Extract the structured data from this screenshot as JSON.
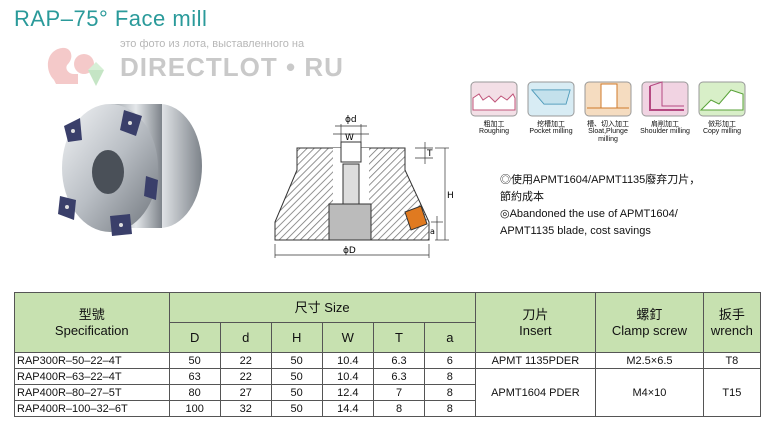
{
  "title": "RAP–75°  Face mill",
  "watermark": {
    "caption": "это фото из лота, выставленного на",
    "brand": "DIRECTLOT • RU"
  },
  "drawing_labels": {
    "phi_d": "ϕd",
    "w": "W",
    "t": "T",
    "h": "H",
    "a": "a",
    "phi_D": "ϕD"
  },
  "operations": [
    {
      "cn": "粗加工",
      "en": "Roughing",
      "icon": "roughing-icon"
    },
    {
      "cn": "挖槽加工",
      "en": "Pocket milling",
      "icon": "pocket-milling-icon"
    },
    {
      "cn": "槽、切入加工",
      "en": "Sloat,Plunge milling",
      "icon": "slot-plunge-icon"
    },
    {
      "cn": "肩削加工",
      "en": "Shoulder milling",
      "icon": "shoulder-milling-icon"
    },
    {
      "cn": "倣形加工",
      "en": "Copy milling",
      "icon": "copy-milling-icon"
    }
  ],
  "notes": [
    "◎使用APMT1604/APMT1135廢弃刀片，",
    "  節約成本",
    "◎Abandoned the use of APMT1604/",
    "  APMT1135 blade, cost savings"
  ],
  "table": {
    "headers": {
      "spec_cn": "型號",
      "spec_en": "Specification",
      "size": "尺寸 Size",
      "insert_cn": "刀片",
      "insert_en": "Insert",
      "screw_cn": "螺釘",
      "screw_en": "Clamp screw",
      "wrench_cn": "扳手",
      "wrench_en": "wrench",
      "cols": [
        "D",
        "d",
        "H",
        "W",
        "T",
        "a"
      ]
    },
    "rows": [
      {
        "spec": "RAP300R–50–22–4T",
        "D": "50",
        "d": "22",
        "H": "50",
        "W": "10.4",
        "T": "6.3",
        "a": "6"
      },
      {
        "spec": "RAP400R–63–22–4T",
        "D": "63",
        "d": "22",
        "H": "50",
        "W": "10.4",
        "T": "6.3",
        "a": "8"
      },
      {
        "spec": "RAP400R–80–27–5T",
        "D": "80",
        "d": "27",
        "H": "50",
        "W": "12.4",
        "T": "7",
        "a": "8"
      },
      {
        "spec": "RAP400R–100–32–6T",
        "D": "100",
        "d": "32",
        "H": "50",
        "W": "14.4",
        "T": "8",
        "a": "8"
      }
    ],
    "insert_1": "APMT 1135PDER",
    "insert_2": "APMT1604 PDER",
    "screw_1": "M2.5×6.5",
    "screw_2": "M4×10",
    "wrench_1": "T8",
    "wrench_2": "T15"
  },
  "colors": {
    "title": "#2a9a9a",
    "table_header": "#c7e1b0",
    "watermark": "#c9c9c9"
  }
}
